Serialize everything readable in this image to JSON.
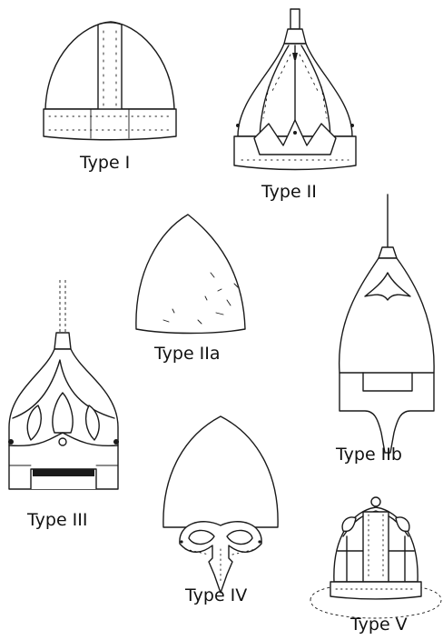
{
  "figure": {
    "helmets": [
      {
        "label": "Type I"
      },
      {
        "label": "Type II"
      },
      {
        "label": "Type IIa"
      },
      {
        "label": "Type IIb"
      },
      {
        "label": "Type III"
      },
      {
        "label": "Type IV"
      },
      {
        "label": "Type V"
      }
    ]
  }
}
